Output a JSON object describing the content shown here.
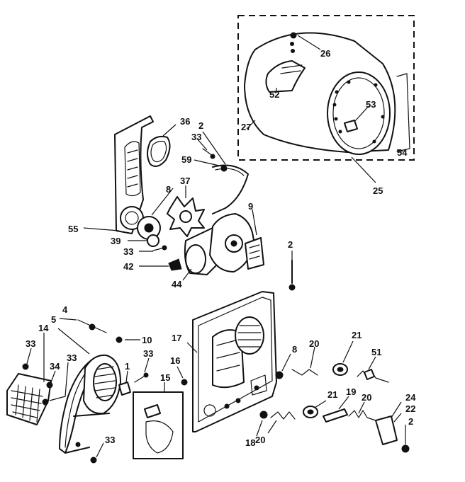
{
  "colors": {
    "ink": "#111111",
    "paper": "#ffffff"
  },
  "labels": {
    "p26": "26",
    "p52": "52",
    "p53": "53",
    "p27": "27",
    "p54": "54",
    "p25": "25",
    "p36": "36",
    "p2a": "2",
    "p33a": "33",
    "p59": "59",
    "p37": "37",
    "p8a": "8",
    "p9": "9",
    "p55": "55",
    "p39": "39",
    "p33b": "33",
    "p42": "42",
    "p44": "44",
    "p2b": "2",
    "p4": "4",
    "p10": "10",
    "p5": "5",
    "p17": "17",
    "p8b": "8",
    "p20a": "20",
    "p21a": "21",
    "p51": "51",
    "p33c": "33",
    "p14": "14",
    "p33d": "33",
    "p33e": "33",
    "p34": "34",
    "p1": "1",
    "p16": "16",
    "p15": "15",
    "p21b": "21",
    "p19": "19",
    "p20b": "20",
    "p24": "24",
    "p22": "22",
    "p18": "18",
    "p20c": "20",
    "p2c": "2",
    "p33f": "33"
  }
}
